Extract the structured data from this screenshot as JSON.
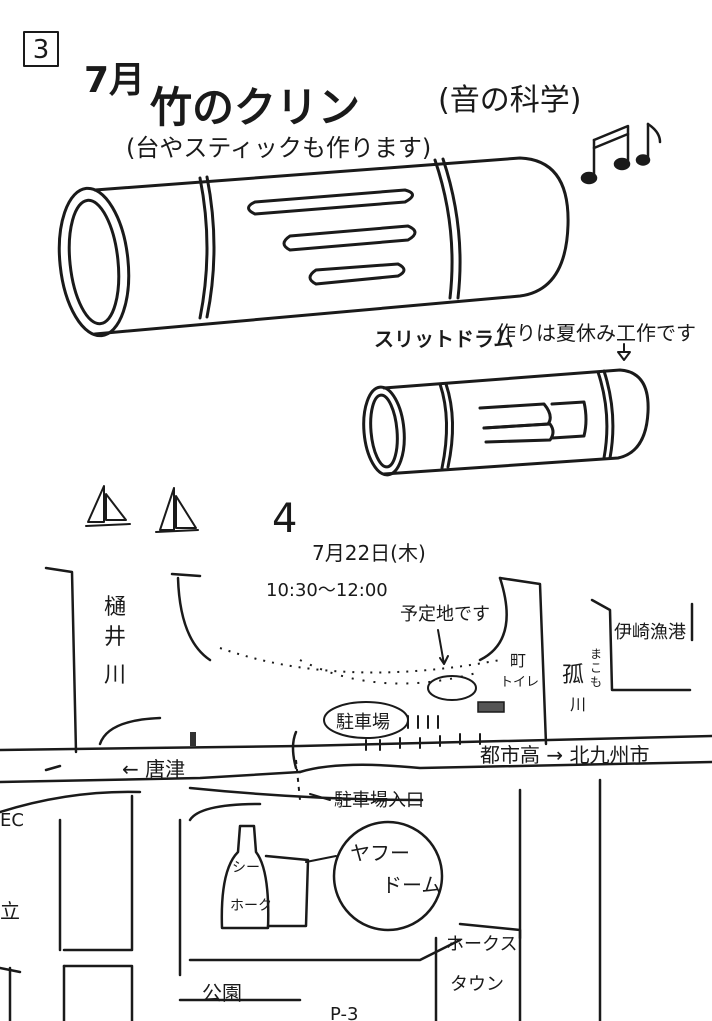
{
  "header": {
    "number": "3",
    "month": "7月",
    "title": "竹のクリン",
    "subtitle": "(台やスティックも作ります)",
    "science": "(音の科学)"
  },
  "slit_drum": {
    "label": "スリットドラム",
    "note": "作りは夏休み工作です"
  },
  "event": {
    "number": "4",
    "date": "7月22日(木)",
    "time": "10:30〜12:00"
  },
  "map": {
    "river_left": [
      "樋",
      "井",
      "川"
    ],
    "river_right": [
      "孤",
      "川"
    ],
    "river_right_small": [
      "ま",
      "こ",
      "も"
    ],
    "planned_site": "予定地です",
    "town_marker": "町",
    "toilet": "トイレ",
    "harbor": "伊崎漁港",
    "parking": "駐車場",
    "karatsu": "← 唐津",
    "highway": "都市高 → 北九州市",
    "parking_entrance": "駐車場入口",
    "sea_hawk": [
      "シー",
      "ホーク"
    ],
    "yahoo_dome": [
      "ヤフー",
      "ドーム"
    ],
    "hawks_town": [
      "ホークス",
      "タウン"
    ],
    "park": "公園",
    "p3": "P-3",
    "ec": "EC",
    "edge_char": "立"
  }
}
